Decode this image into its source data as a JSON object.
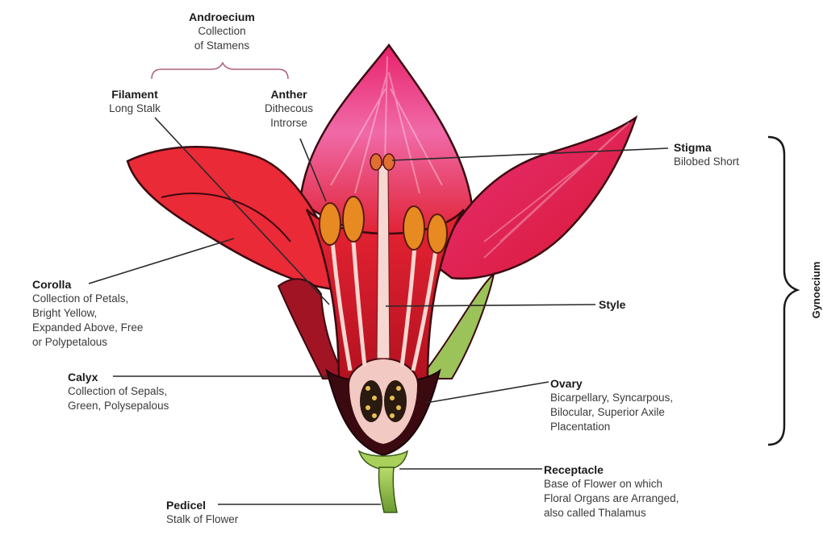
{
  "labels": {
    "androecium": {
      "title": "Androecium",
      "desc": [
        "Collection",
        "of Stamens"
      ]
    },
    "filament": {
      "title": "Filament",
      "desc": [
        "Long Stalk"
      ]
    },
    "anther": {
      "title": "Anther",
      "desc": [
        "Dithecous",
        "Introrse"
      ]
    },
    "stigma": {
      "title": "Stigma",
      "desc": [
        "Bilobed Short"
      ]
    },
    "style": {
      "title": "Style"
    },
    "corolla": {
      "title": "Corolla",
      "desc": [
        "Collection of Petals,",
        "Bright Yellow,",
        "Expanded Above, Free",
        "or Polypetalous"
      ]
    },
    "calyx": {
      "title": "Calyx",
      "desc": [
        "Collection of Sepals,",
        "Green, Polysepalous"
      ]
    },
    "ovary": {
      "title": "Ovary",
      "desc": [
        "Bicarpellary, Syncarpous,",
        "Bilocular, Superior Axile",
        "Placentation"
      ]
    },
    "receptacle": {
      "title": "Receptacle",
      "desc": [
        "Base of Flower on which",
        "Floral Organs are Arranged,",
        "also called Thalamus"
      ]
    },
    "pedicel": {
      "title": "Pedicel",
      "desc": [
        "Stalk of Flower"
      ]
    },
    "gynoecium": {
      "title": "Gynoecium"
    }
  },
  "colors": {
    "petal_red": "#e8202a",
    "petal_pink": "#e8307a",
    "sepal_dark": "#3a0a10",
    "stem_green": "#8cc04a",
    "anther_orange": "#e07a1a"
  }
}
